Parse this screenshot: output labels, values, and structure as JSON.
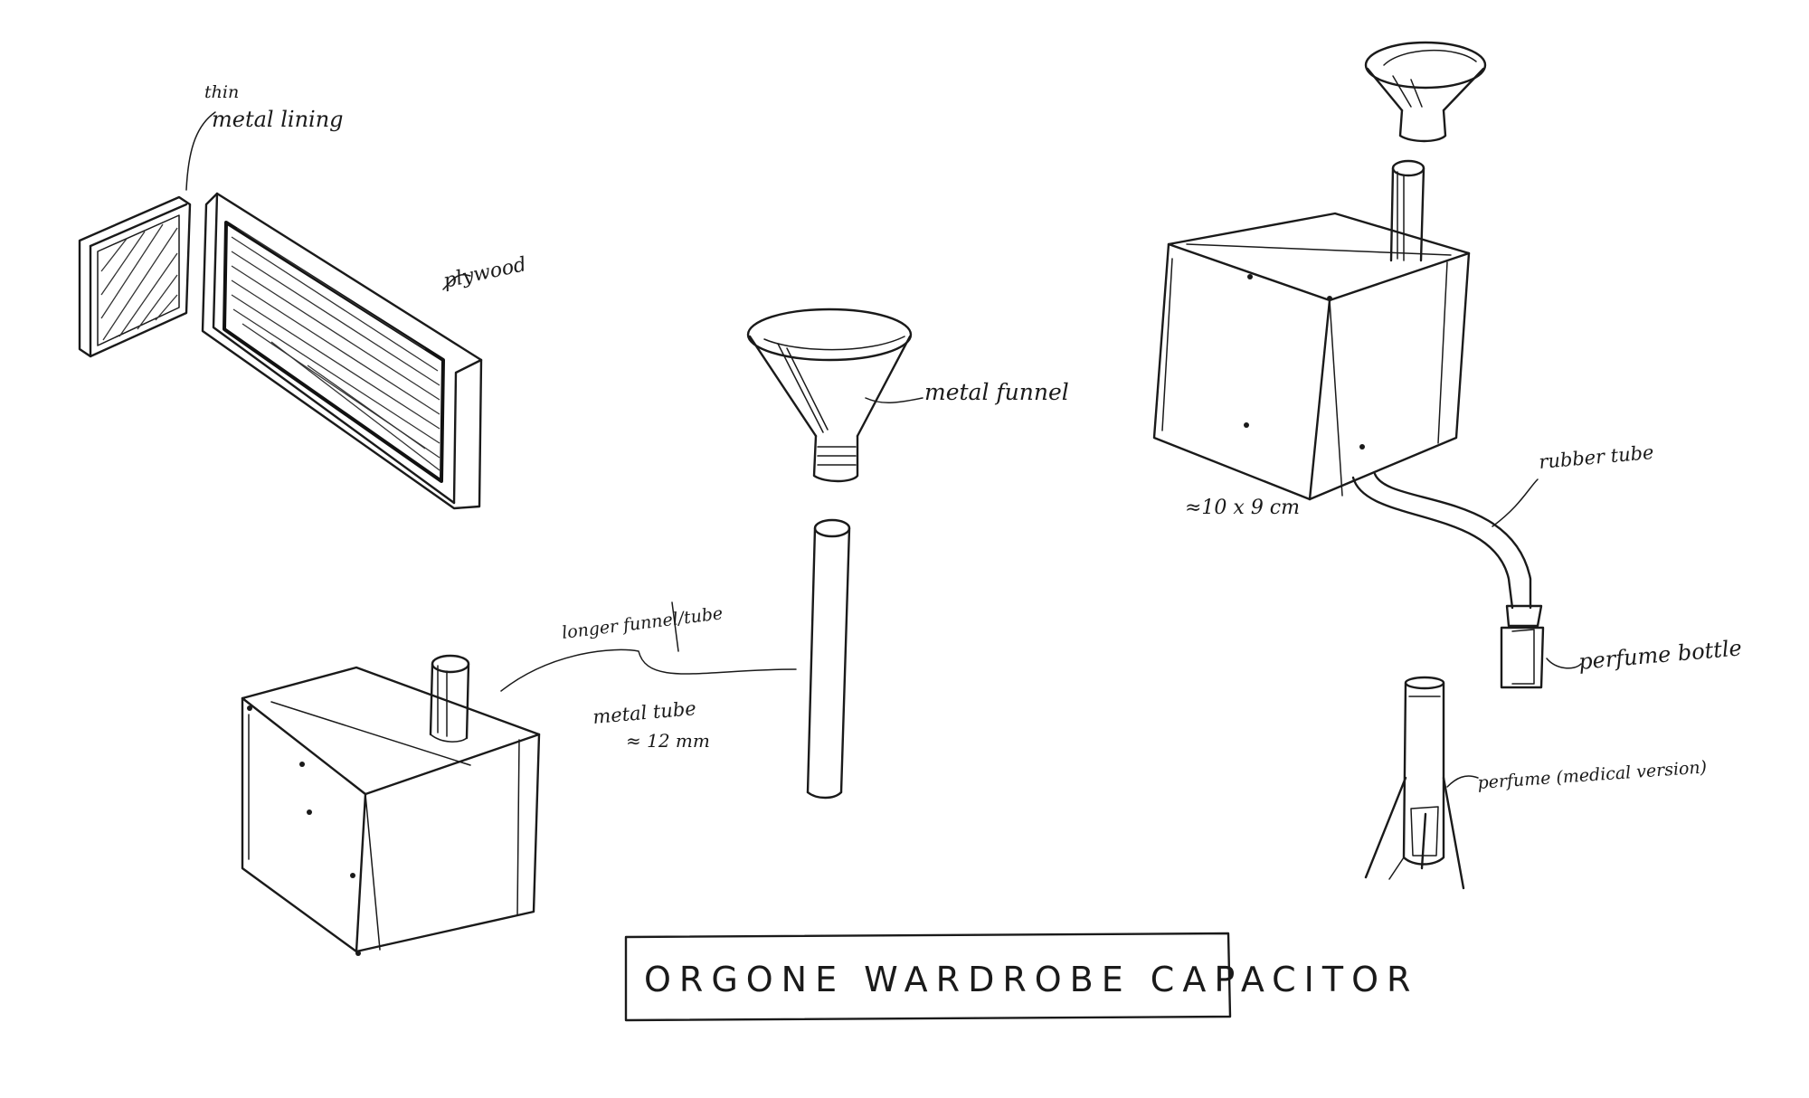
{
  "title": "ORGONE WARDROBE CAPACITOR",
  "labels": {
    "metal_lining": [
      "thin",
      "metal lining"
    ],
    "plywood": "plywood",
    "metal_funnel": "metal funnel",
    "longer_tube": "longer funnel/tube",
    "metal_tube": "metal tube",
    "tube_size": "≈ 12 mm",
    "box_size": "≈10 x 9 cm",
    "rubber_tube": "rubber tube",
    "perfume_bottle": "perfume bottle",
    "perfume_medical": "perfume (medical version)"
  },
  "colors": {
    "ink": "#1a1a1a",
    "paper": "#ffffff"
  }
}
